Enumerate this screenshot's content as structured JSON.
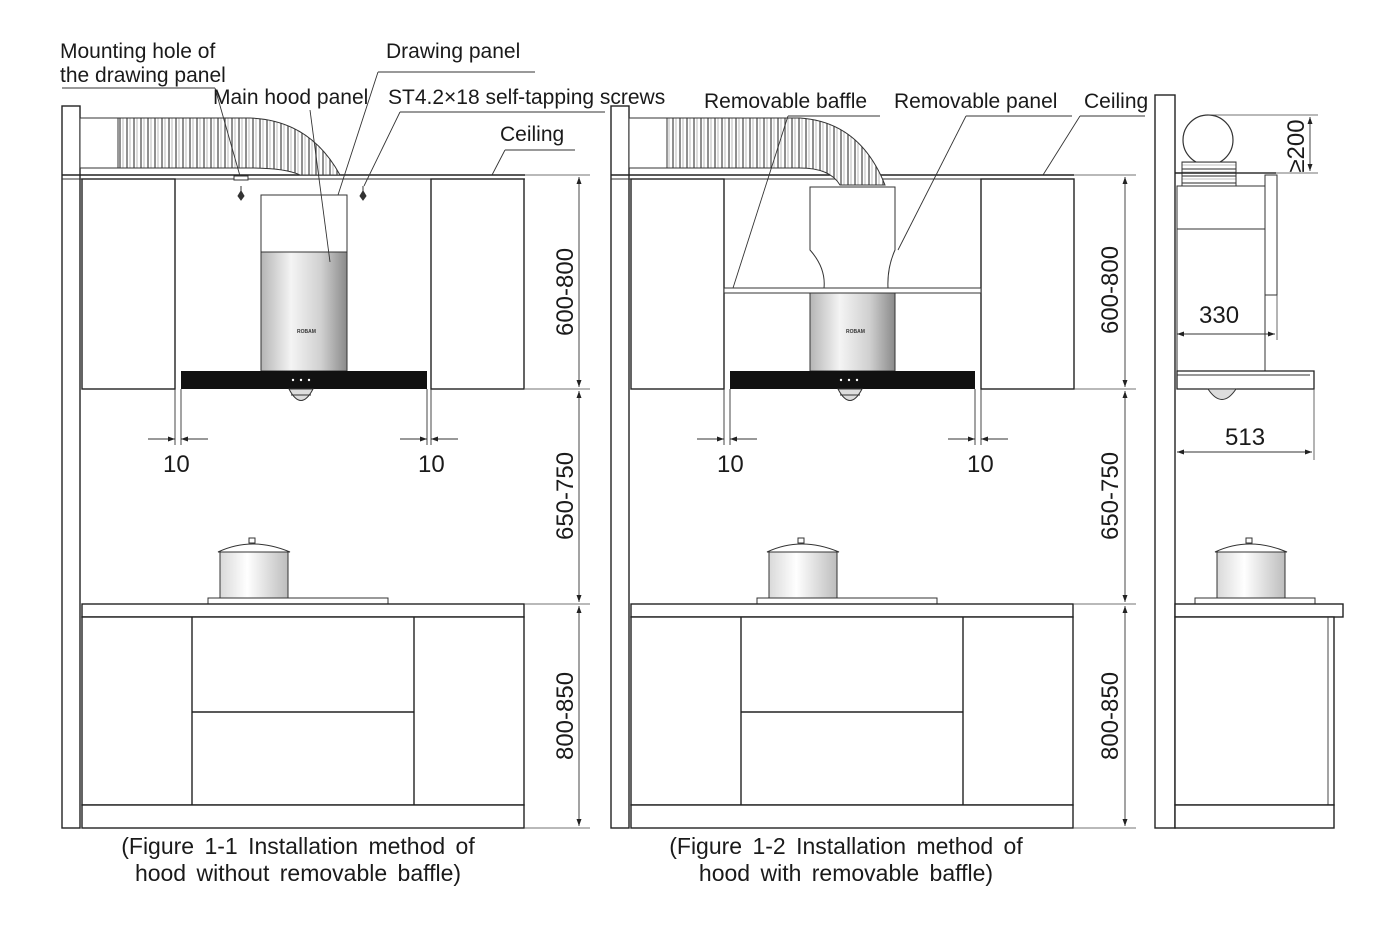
{
  "colors": {
    "line": "#222222",
    "hood_canopy": "#111111",
    "chimney_light": "#f4f4f4",
    "chimney_dark": "#8a8a8a",
    "background": "#ffffff"
  },
  "figure1": {
    "labels": {
      "mounting_hole_line1": "Mounting hole of",
      "mounting_hole_line2": "the drawing panel",
      "main_hood_panel": "Main hood panel",
      "drawing_panel": "Drawing panel",
      "screws": "ST4.2×18 self-tapping screws",
      "ceiling": "Ceiling"
    },
    "dims": {
      "gap_left": "10",
      "gap_right": "10",
      "upper": "600-800",
      "middle": "650-750",
      "lower": "800-850"
    },
    "brand": "ROBAM",
    "caption_line1": "(Figure 1-1 Installation method of",
    "caption_line2": "hood without removable baffle)"
  },
  "figure2": {
    "labels": {
      "removable_baffle": "Removable baffle",
      "removable_panel": "Removable panel",
      "ceiling": "Ceiling"
    },
    "dims": {
      "gap_left": "10",
      "gap_right": "10",
      "upper": "600-800",
      "middle": "650-750",
      "lower": "800-850"
    },
    "brand": "ROBAM",
    "caption_line1": "(Figure 1-2 Installation method of",
    "caption_line2": "hood with removable baffle)"
  },
  "side_view": {
    "dims": {
      "duct_clearance": "≥200",
      "depth_chimney": "330",
      "depth_canopy": "513"
    }
  }
}
